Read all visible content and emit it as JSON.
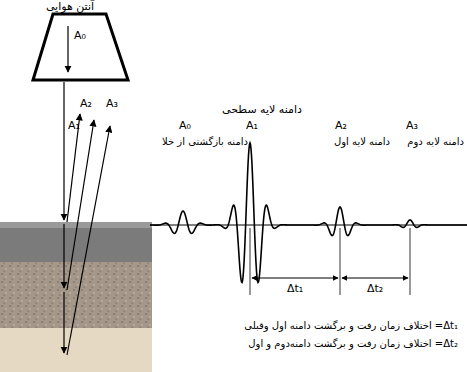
{
  "diagram": {
    "labels": [
      "آنتن هوایی",
      "A₀",
      "A₁",
      "A₂",
      "A₃",
      "دامنه لایه سطحی",
      "A₀",
      "A₁",
      "A₂",
      "A₃",
      "دامنه بازگشتی از خلا",
      "دامنه لایه اول",
      "دامنه لایه دوم",
      "Δt₁",
      "Δt₂",
      "Δt₁= اختلاف زمان رفت و برگشت دامنه اول وقبلی",
      "Δt₂= اختلاف زمان رفت و برگشت دامنه‌دوم و اول"
    ]
  }
}
